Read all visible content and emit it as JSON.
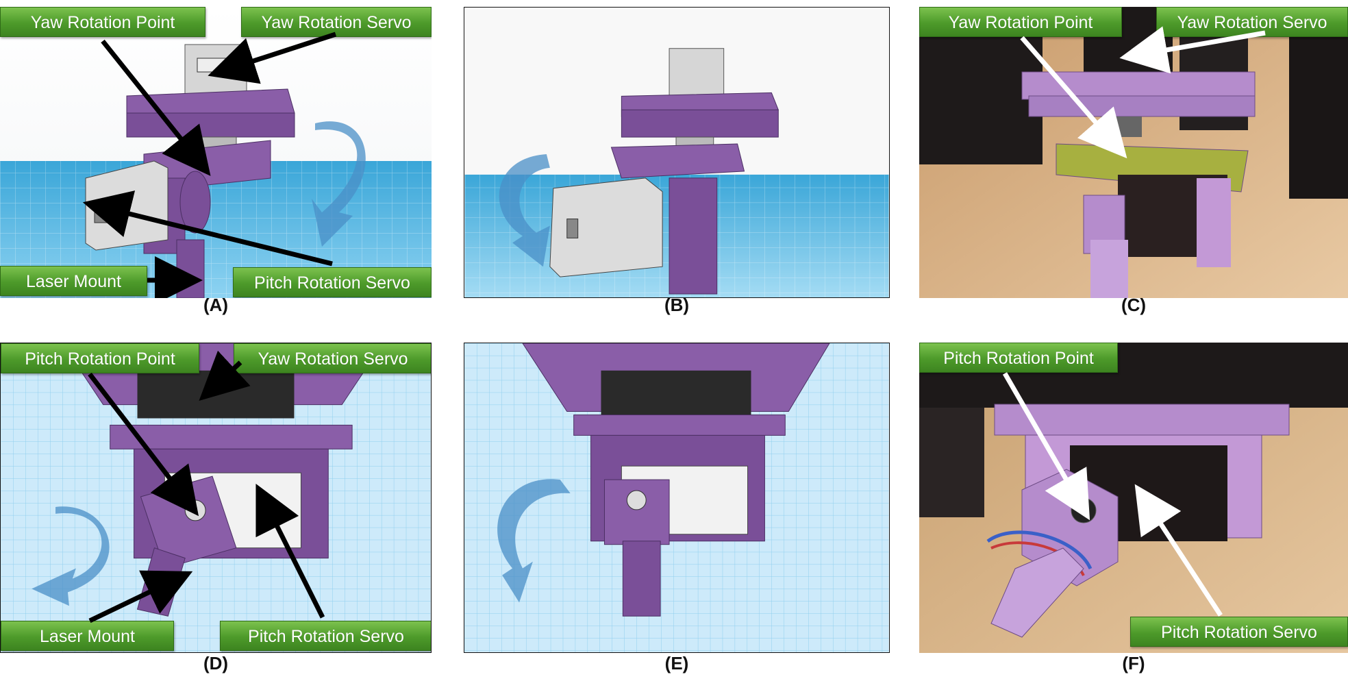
{
  "panels": {
    "a": {
      "caption": "(A)",
      "labels": {
        "yaw_point": "Yaw Rotation Point",
        "yaw_servo": "Yaw Rotation Servo",
        "laser_mount": "Laser Mount",
        "pitch_servo": "Pitch Rotation Servo"
      }
    },
    "b": {
      "caption": "(B)"
    },
    "c": {
      "caption": "(C)",
      "labels": {
        "yaw_point": "Yaw Rotation Point",
        "yaw_servo": "Yaw Rotation Servo"
      }
    },
    "d": {
      "caption": "(D)",
      "labels": {
        "pitch_point": "Pitch Rotation Point",
        "yaw_servo": "Yaw Rotation Servo",
        "laser_mount": "Laser Mount",
        "pitch_servo": "Pitch Rotation Servo"
      }
    },
    "e": {
      "caption": "(E)"
    },
    "f": {
      "caption": "(F)",
      "labels": {
        "pitch_point": "Pitch Rotation Point",
        "pitch_servo": "Pitch Rotation Servo"
      }
    }
  },
  "colors": {
    "callout_green": "#4d9a2a",
    "part_purple": "#8a5ea8",
    "grid_blue": "#4fb3e0",
    "arrow_blue": "#4a8fc7"
  }
}
